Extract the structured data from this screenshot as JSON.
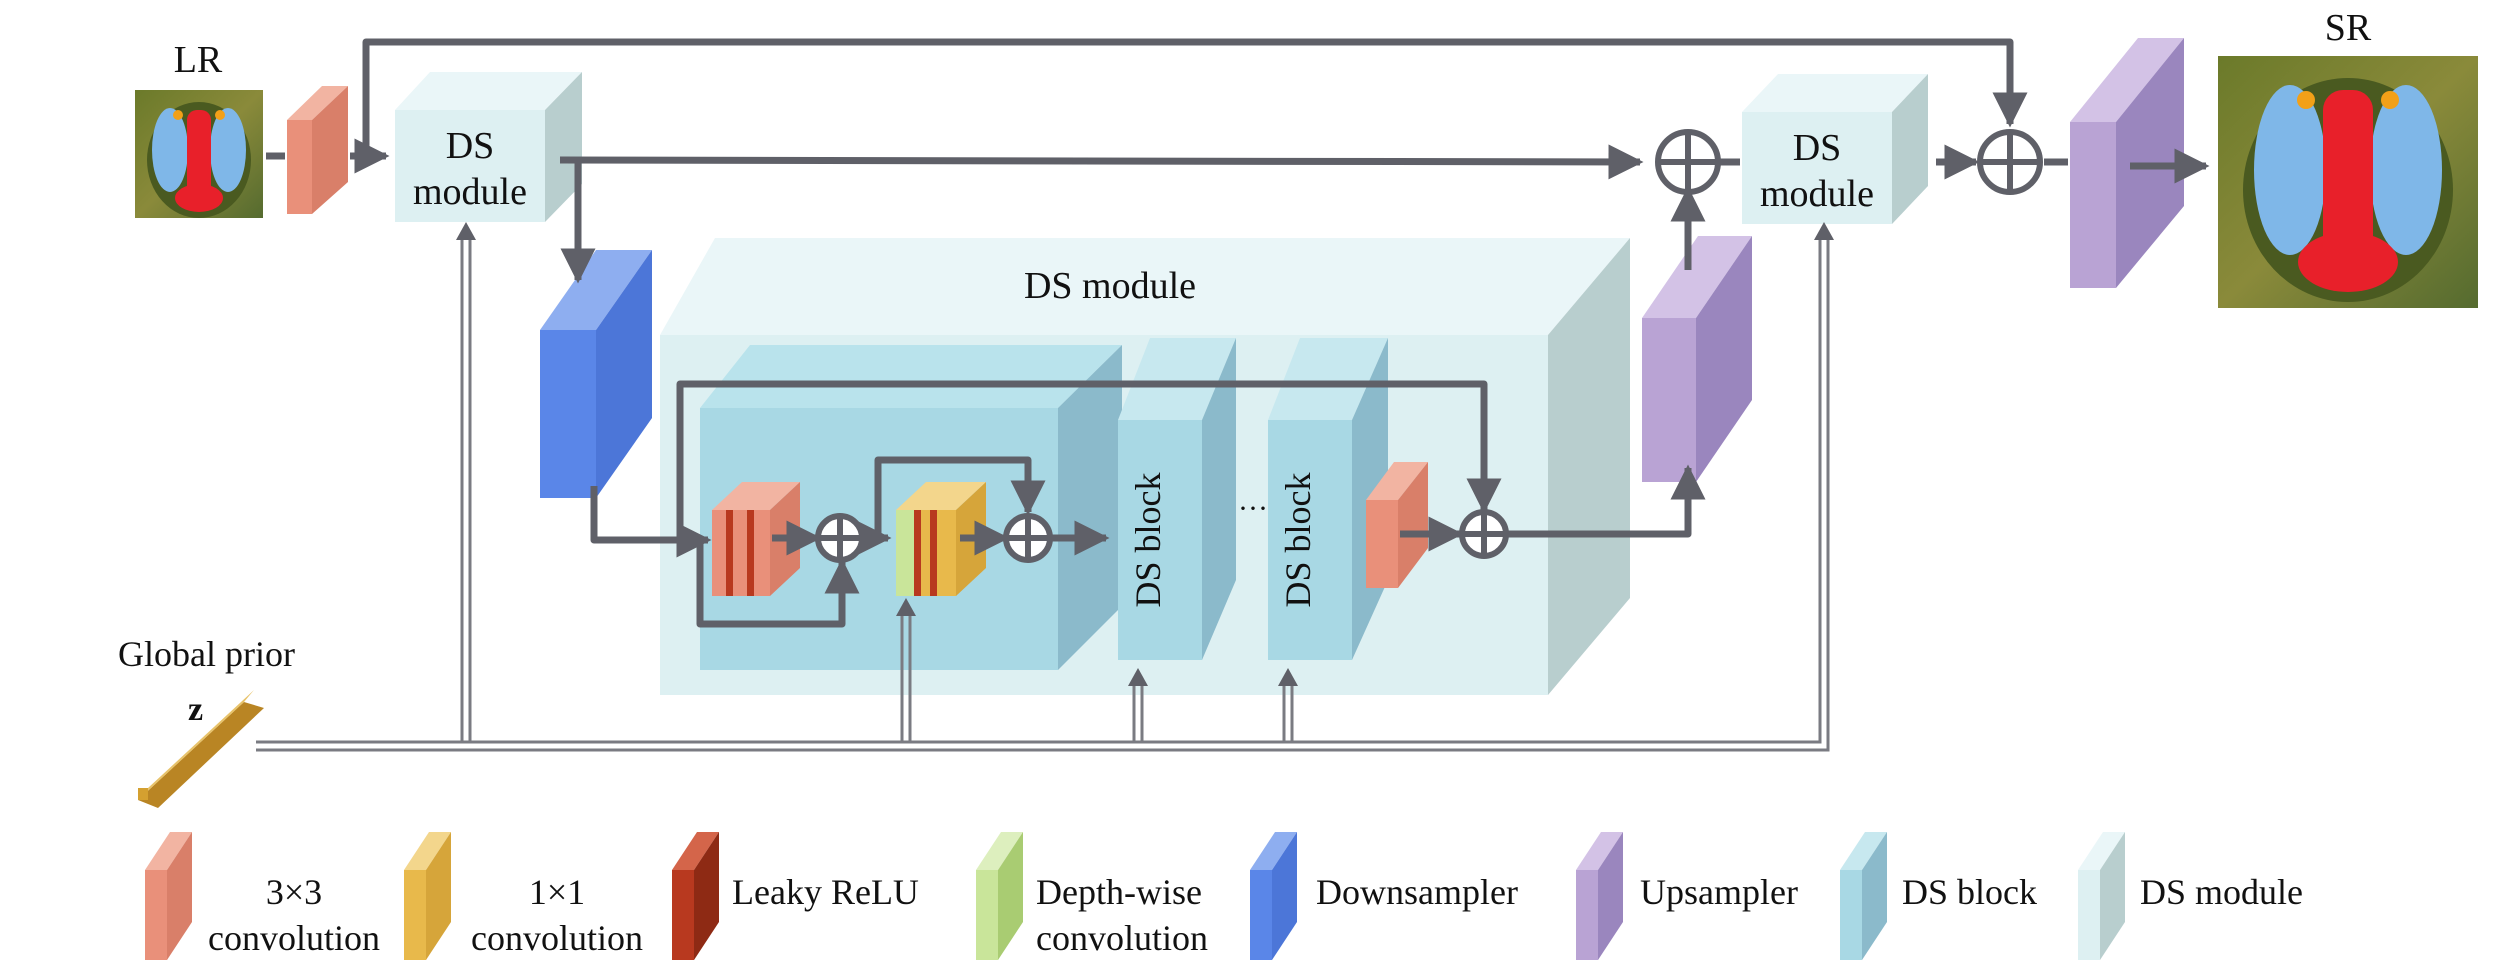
{
  "labels": {
    "lr": "LR",
    "sr": "SR",
    "ds_module": "DS module",
    "ds_module_line1": "DS",
    "ds_module_line2": "module",
    "ds_block": "DS block",
    "global_prior": "Global prior",
    "z": "z",
    "ellipsis": "···"
  },
  "legend": [
    {
      "line1": "3×3",
      "line2": "convolution",
      "color": "#E9907A"
    },
    {
      "line1": "1×1",
      "line2": "convolution",
      "color": "#E8B94B"
    },
    {
      "line1": "Leaky ReLU",
      "line2": "",
      "color": "#B8391F"
    },
    {
      "line1": "Depth-wise",
      "line2": "convolution",
      "color": "#C9E59A"
    },
    {
      "line1": "Downsampler",
      "line2": "",
      "color": "#5A86E8"
    },
    {
      "line1": "Upsampler",
      "line2": "",
      "color": "#B9A3D4"
    },
    {
      "line1": "DS block",
      "line2": "",
      "color": "#A8D8E4"
    },
    {
      "line1": "DS module",
      "line2": "",
      "color": "#DDF0F2"
    }
  ],
  "colors": {
    "arrow": "#5F6068",
    "conv3": "#E9907A",
    "conv1": "#E8B94B",
    "relu": "#B8391F",
    "depthwise": "#C9E59A",
    "downsampler": "#5A86E8",
    "upsampler": "#B9A3D4",
    "ds_block": "#A8D8E4",
    "ds_module": "#DDF0F2",
    "prior": "#D4A030"
  }
}
